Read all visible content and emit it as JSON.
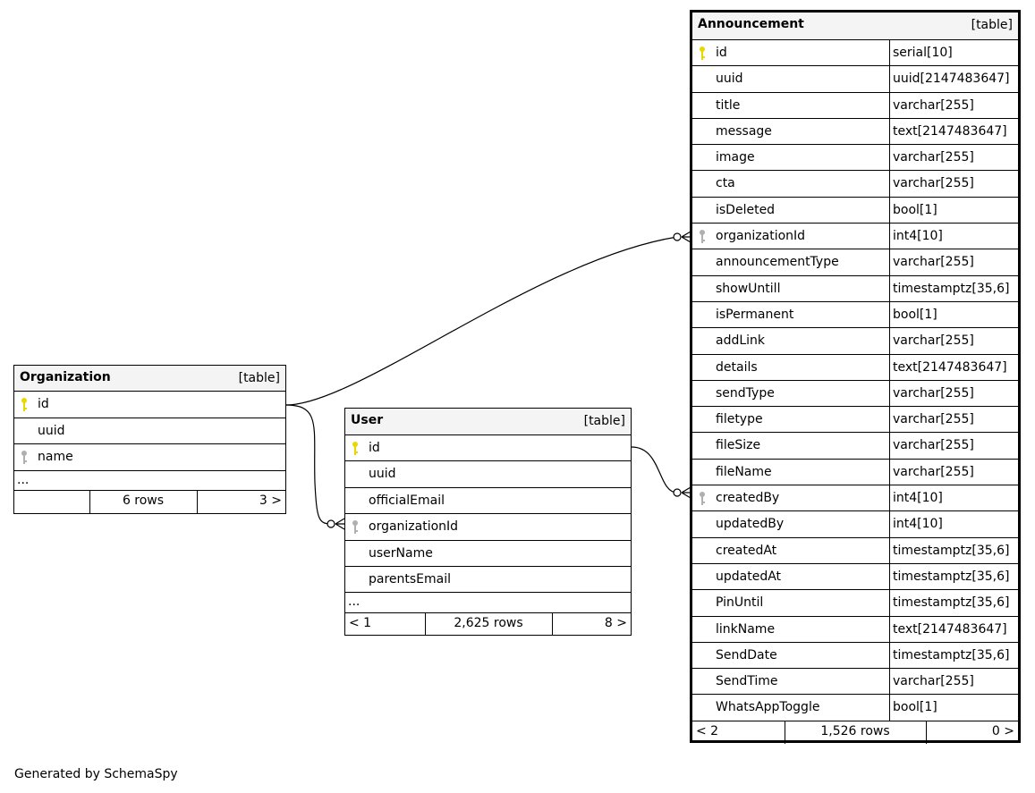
{
  "generated_by": "Generated by SchemaSpy",
  "tables": {
    "organization": {
      "name": "Organization",
      "kind": "[table]",
      "columns": [
        {
          "name": "id",
          "key": "primary"
        },
        {
          "name": "uuid",
          "key": "none"
        },
        {
          "name": "name",
          "key": "index"
        }
      ],
      "ellipsis": "...",
      "footer": {
        "left": "",
        "center": "6 rows",
        "right": "3 >"
      }
    },
    "user": {
      "name": "User",
      "kind": "[table]",
      "columns": [
        {
          "name": "id",
          "key": "primary"
        },
        {
          "name": "uuid",
          "key": "none"
        },
        {
          "name": "officialEmail",
          "key": "none"
        },
        {
          "name": "organizationId",
          "key": "index"
        },
        {
          "name": "userName",
          "key": "none"
        },
        {
          "name": "parentsEmail",
          "key": "none"
        }
      ],
      "ellipsis": "...",
      "footer": {
        "left": "< 1",
        "center": "2,625 rows",
        "right": "8 >"
      }
    },
    "announcement": {
      "name": "Announcement",
      "kind": "[table]",
      "columns": [
        {
          "name": "id",
          "type": "serial[10]",
          "key": "primary"
        },
        {
          "name": "uuid",
          "type": "uuid[2147483647]",
          "key": "none"
        },
        {
          "name": "title",
          "type": "varchar[255]",
          "key": "none"
        },
        {
          "name": "message",
          "type": "text[2147483647]",
          "key": "none"
        },
        {
          "name": "image",
          "type": "varchar[255]",
          "key": "none"
        },
        {
          "name": "cta",
          "type": "varchar[255]",
          "key": "none"
        },
        {
          "name": "isDeleted",
          "type": "bool[1]",
          "key": "none"
        },
        {
          "name": "organizationId",
          "type": "int4[10]",
          "key": "index"
        },
        {
          "name": "announcementType",
          "type": "varchar[255]",
          "key": "none"
        },
        {
          "name": "showUntill",
          "type": "timestamptz[35,6]",
          "key": "none"
        },
        {
          "name": "isPermanent",
          "type": "bool[1]",
          "key": "none"
        },
        {
          "name": "addLink",
          "type": "varchar[255]",
          "key": "none"
        },
        {
          "name": "details",
          "type": "text[2147483647]",
          "key": "none"
        },
        {
          "name": "sendType",
          "type": "varchar[255]",
          "key": "none"
        },
        {
          "name": "filetype",
          "type": "varchar[255]",
          "key": "none"
        },
        {
          "name": "fileSize",
          "type": "varchar[255]",
          "key": "none"
        },
        {
          "name": "fileName",
          "type": "varchar[255]",
          "key": "none"
        },
        {
          "name": "createdBy",
          "type": "int4[10]",
          "key": "index"
        },
        {
          "name": "updatedBy",
          "type": "int4[10]",
          "key": "none"
        },
        {
          "name": "createdAt",
          "type": "timestamptz[35,6]",
          "key": "none"
        },
        {
          "name": "updatedAt",
          "type": "timestamptz[35,6]",
          "key": "none"
        },
        {
          "name": "PinUntil",
          "type": "timestamptz[35,6]",
          "key": "none"
        },
        {
          "name": "linkName",
          "type": "text[2147483647]",
          "key": "none"
        },
        {
          "name": "SendDate",
          "type": "timestamptz[35,6]",
          "key": "none"
        },
        {
          "name": "SendTime",
          "type": "varchar[255]",
          "key": "none"
        },
        {
          "name": "WhatsAppToggle",
          "type": "bool[1]",
          "key": "none"
        }
      ],
      "footer": {
        "left": "< 2",
        "center": "1,526 rows",
        "right": "0 >"
      }
    }
  },
  "colors": {
    "primary_key": "#e6d800",
    "index_key": "#b0b0b0",
    "header_bg": "#f4f4f4",
    "line": "#000000"
  },
  "relationships": [
    {
      "from": "Organization.id",
      "to": "Announcement.organizationId"
    },
    {
      "from": "Organization.id",
      "to": "User.organizationId"
    },
    {
      "from": "User.id",
      "to": "Announcement.createdBy"
    }
  ]
}
